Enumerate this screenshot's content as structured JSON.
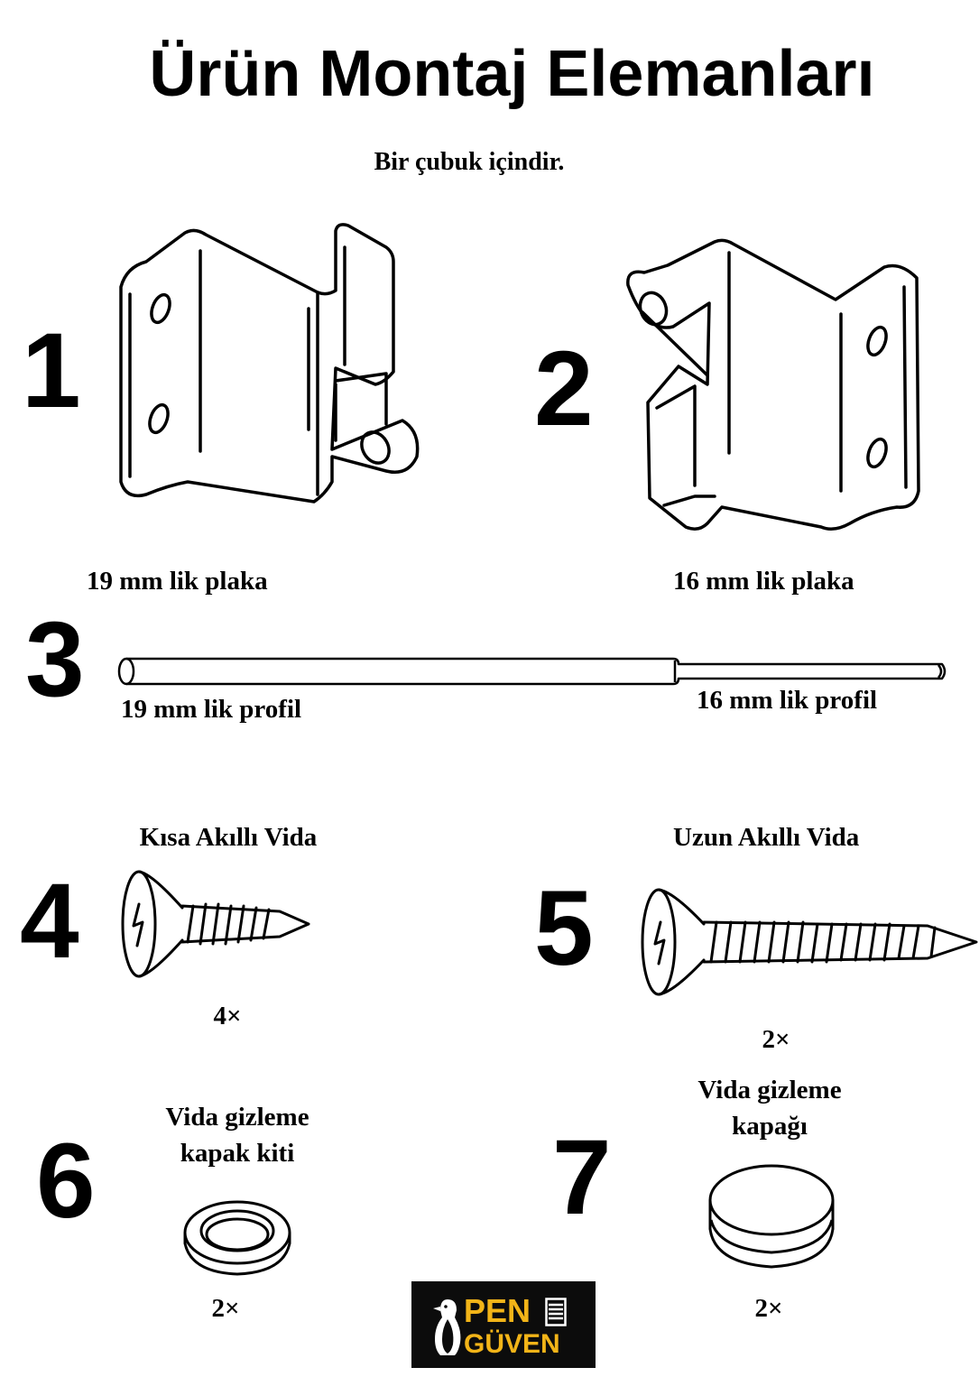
{
  "page": {
    "title": "Ürün Montaj Elemanları",
    "subtitle": "Bir çubuk içindir."
  },
  "items": [
    {
      "number": "1",
      "label": "19 mm lik plaka",
      "icon": "bracket-19mm-icon"
    },
    {
      "number": "2",
      "label": "16 mm lik plaka",
      "icon": "bracket-16mm-icon"
    },
    {
      "number": "3",
      "label_left": "19 mm lik profil",
      "label_right": "16 mm lik profil",
      "icon": "rod-profile-icon"
    },
    {
      "number": "4",
      "label": "Kısa Akıllı Vida",
      "quantity": "4×",
      "icon": "short-screw-icon"
    },
    {
      "number": "5",
      "label": "Uzun Akıllı Vida",
      "quantity": "2×",
      "icon": "long-screw-icon"
    },
    {
      "number": "6",
      "label_line1": "Vida gizleme",
      "label_line2": "kapak kiti",
      "quantity": "2×",
      "icon": "washer-ring-icon"
    },
    {
      "number": "7",
      "label_line1": "Vida gizleme",
      "label_line2": "kapağı",
      "quantity": "2×",
      "icon": "screw-cap-icon"
    }
  ],
  "logo": {
    "line1": "PEN",
    "line2": "GÜVEN",
    "text_color": "#f2b418",
    "background": "#0c0c0c",
    "icon": "penguin-logo-icon"
  }
}
